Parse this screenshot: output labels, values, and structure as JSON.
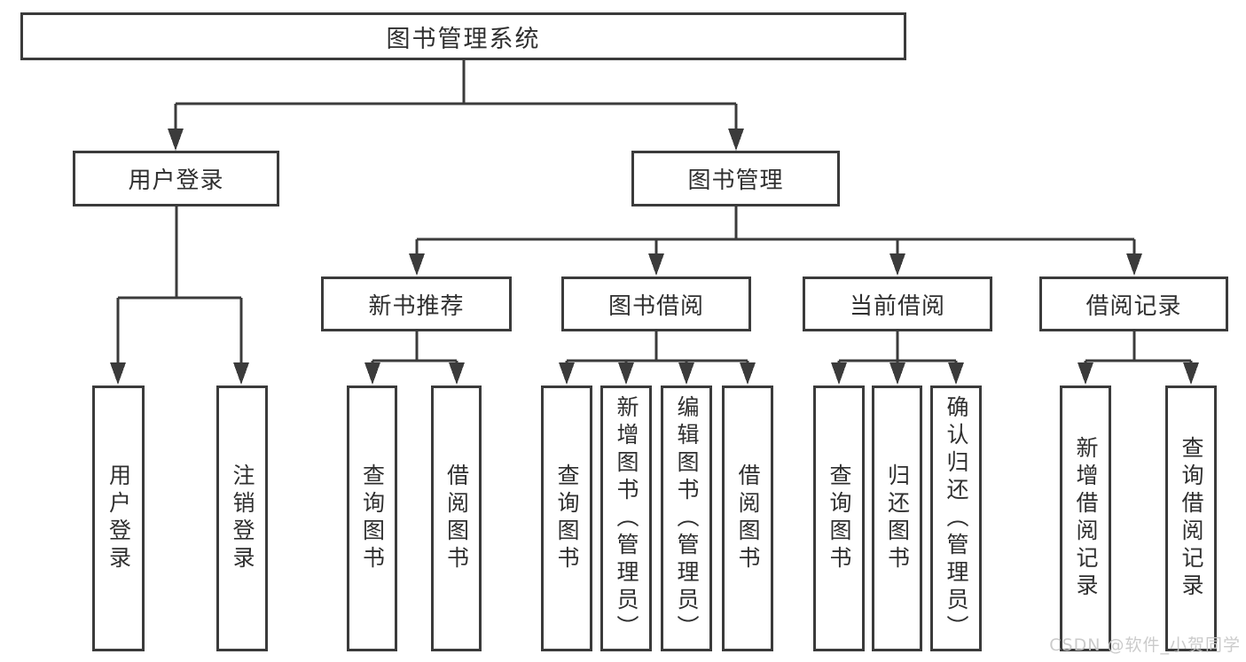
{
  "tree": {
    "label": "图书管理系统",
    "children": [
      {
        "label": "用户登录",
        "children": [
          {
            "label": "用户登录"
          },
          {
            "label": "注销登录"
          }
        ]
      },
      {
        "label": "图书管理",
        "children": [
          {
            "label": "新书推荐",
            "children": [
              {
                "label": "查询图书"
              },
              {
                "label": "借阅图书"
              }
            ]
          },
          {
            "label": "图书借阅",
            "children": [
              {
                "label": "查询图书"
              },
              {
                "label": "新增图书（管理员）"
              },
              {
                "label": "编辑图书（管理员）"
              },
              {
                "label": "借阅图书"
              }
            ]
          },
          {
            "label": "当前借阅",
            "children": [
              {
                "label": "查询图书"
              },
              {
                "label": "归还图书"
              },
              {
                "label": "确认归还（管理员）"
              }
            ]
          },
          {
            "label": "借阅记录",
            "children": [
              {
                "label": "新增借阅记录"
              },
              {
                "label": "查询借阅记录"
              }
            ]
          }
        ]
      }
    ]
  },
  "watermark": {
    "text": "CSDN @软件_小贺同学"
  },
  "colors": {
    "line": "#3b3b3b",
    "text": "#2f2f2f",
    "background": "#ffffff",
    "watermark": "#c7c7c7"
  }
}
